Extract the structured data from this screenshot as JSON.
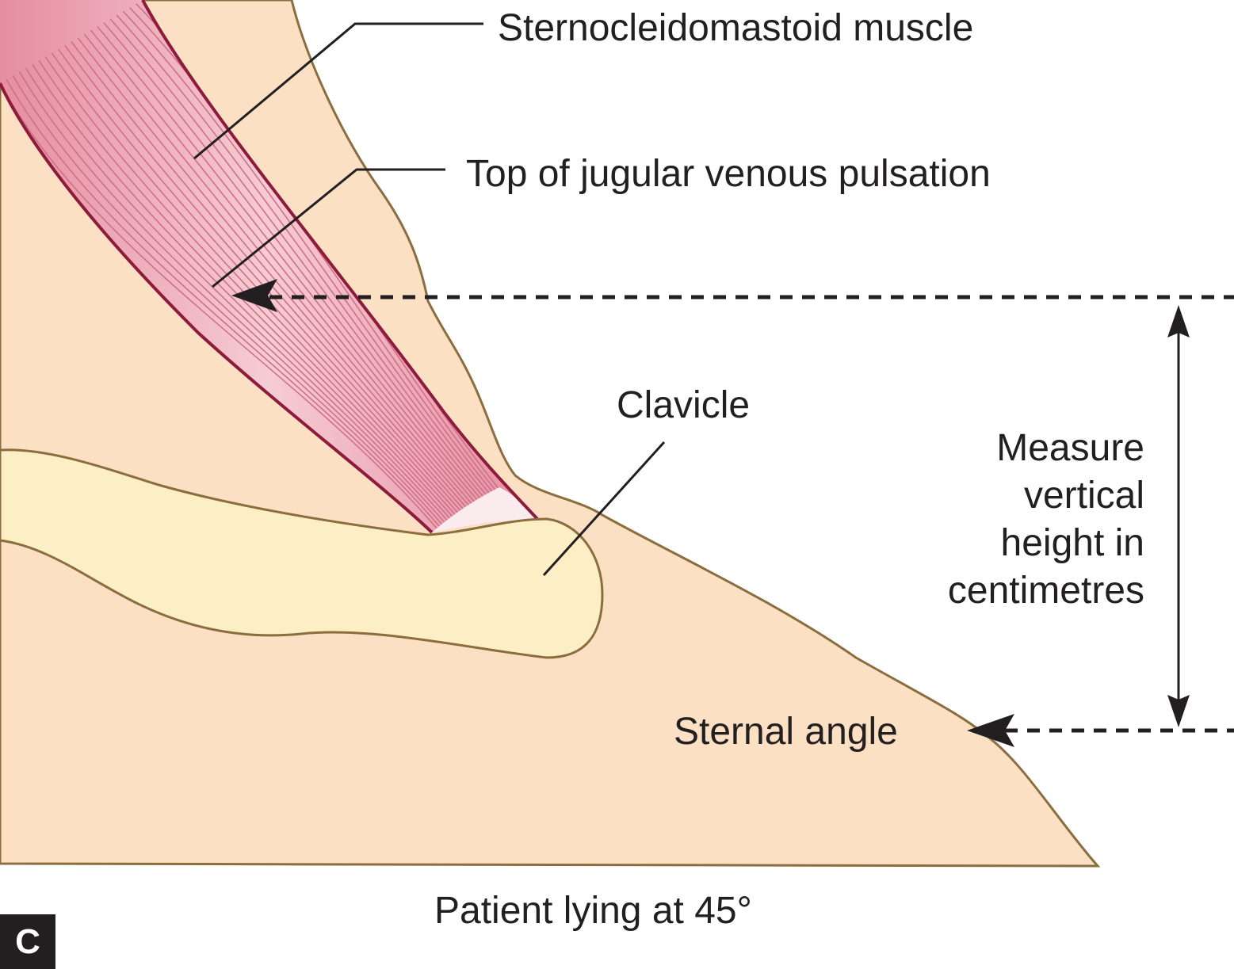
{
  "labels": {
    "sternocleidomastoid": "Sternocleidomastoid muscle",
    "jugular_top": "Top of jugular venous pulsation",
    "clavicle": "Clavicle",
    "measure_lines": [
      "Measure",
      "vertical",
      "height in",
      "centimetres"
    ],
    "sternal_angle": "Sternal angle",
    "caption": "Patient lying at 45°",
    "panel_letter": "C"
  },
  "colors": {
    "skin": "#fbe0c3",
    "skin_outline": "#8b6d3e",
    "muscle": "#e9a3b1",
    "muscle_outline": "#8e1b3c",
    "muscle_fibers": "#d06f86",
    "tendon": "#f9ebee",
    "bone": "#fcefc6",
    "bone_outline": "#8b6d3e",
    "ink": "#231f20"
  }
}
